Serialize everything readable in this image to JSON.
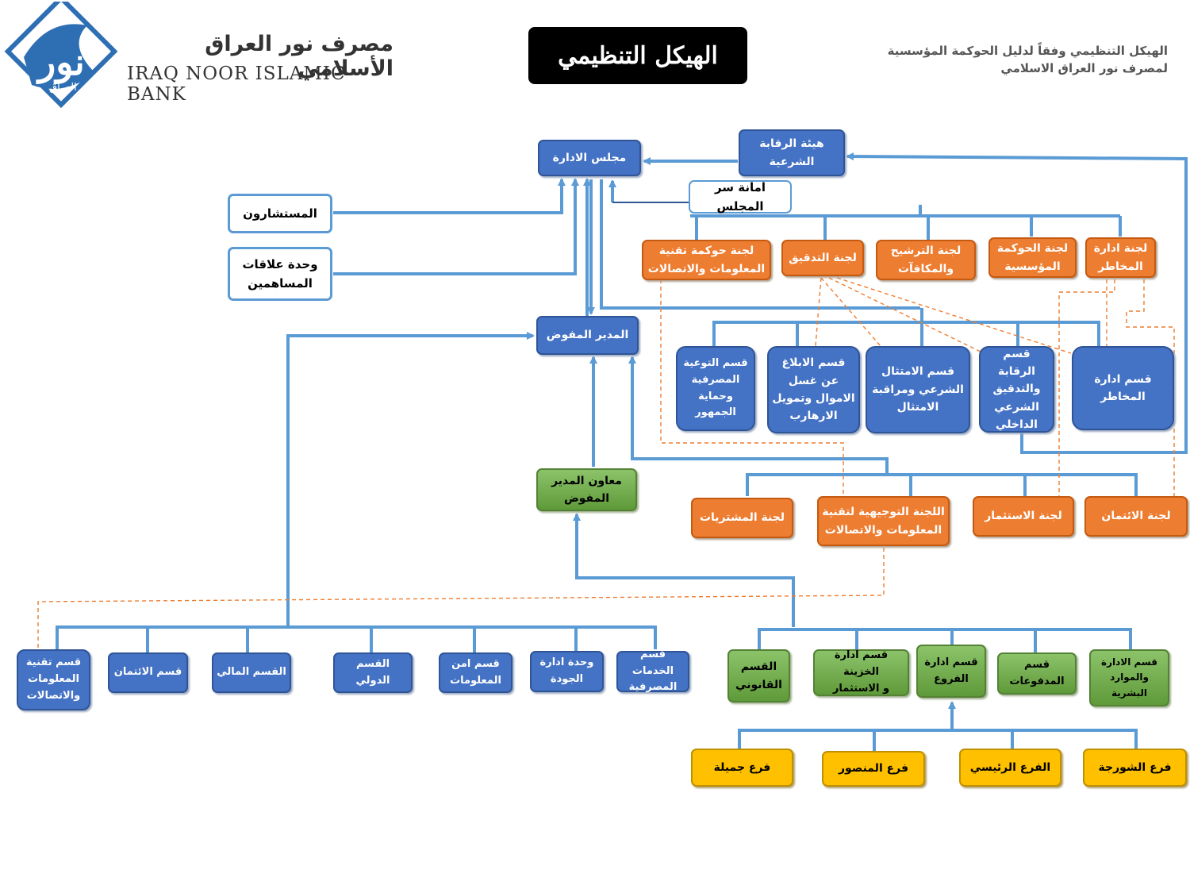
{
  "header": {
    "title": "الهيكل التنظيمي",
    "bank_name_ar": "مصرف نور العراق الأسلامي",
    "bank_name_en": "IRAQ NOOR ISLAMIC BANK",
    "subtitle_line1": "الهيكل التنظيمي وفقاً لدليل الحوكمة المؤسسية",
    "subtitle_line2": "لمصرف نور العراق الاسلامي"
  },
  "logo": {
    "lettering": "نور العراق"
  },
  "colors": {
    "blue": "#4472c4",
    "orange": "#ed7d31",
    "green": "#70ad47",
    "yellow": "#ffc000",
    "connector": "#5b9bd5",
    "dashed_connector": "#ed7d31"
  },
  "nodes": {
    "board": "مجلس الادارة",
    "sharia_board": "هيئة الرقابة\nالشرعية",
    "board_secretary": "امانة سر المجلس",
    "advisors": "المستشارون",
    "shareholder_relations": "وحدة علاقات\nالمساهمين",
    "committee_it_governance": "لجنة حوكمة تقنية\nالمعلومات والاتصالات",
    "committee_audit": "لجنة التدقيق",
    "committee_nomination": "لجنة الترشيح\nوالمكافآت",
    "committee_corporate_governance": "لجنة الحوكمة\nالمؤسسية",
    "committee_risk": "لجنة ادارة\nالمخاطر",
    "ceo": "المدير المفوض",
    "dept_banking_awareness": "قسم التوعية\nالمصرفية\nوحماية\nالجمهور",
    "dept_aml": "قسم الابلاغ\nعن غسل\nالاموال وتمويل\nالارهارب",
    "dept_compliance": "قسم الامتثال\nالشرعي ومراقبة\nالامتثال",
    "dept_internal_audit": "قسم الرقابة\nوالتدقيق\nالشرعي\nالداخلي",
    "dept_risk_management": "قسم ادارة\nالمخاطر",
    "deputy_ceo": "معاون المدير\nالمفوض",
    "committee_procurement": "لجنة المشتريات",
    "committee_it_steering": "اللجنة التوجيهية لتقنية\nالمعلومات والاتصالات",
    "committee_investment": "لجنة الاستثمار",
    "committee_credit": "لجنة الائتمان",
    "dept_it": "قسم تقنية\nالمعلومات\nوالاتصالات",
    "dept_credit": "قسم الائتمان",
    "dept_finance": "القسم المالي",
    "dept_international": "القسم الدولي",
    "dept_info_security": "قسم امن\nالمعلومات",
    "unit_quality": "وحدة ادارة\nالجودة",
    "dept_banking_services": "قسم الخدمات\nالمصرفية",
    "dept_legal": "القسم\nالقانوني",
    "dept_treasury": "قسم ادارة الخزينة\nو الاستثمار",
    "dept_branches": "قسم ادارة\nالفروع",
    "dept_payments": "قسم\nالمدفوعات",
    "dept_hr": "قسم الادارة\nوالموارد\nالبشرية",
    "branch_jamila": "فرع جميلة",
    "branch_mansour": "فرع المنصور",
    "branch_main": "الفرع الرئيسي",
    "branch_sharjah": "فرع الشورجة"
  }
}
